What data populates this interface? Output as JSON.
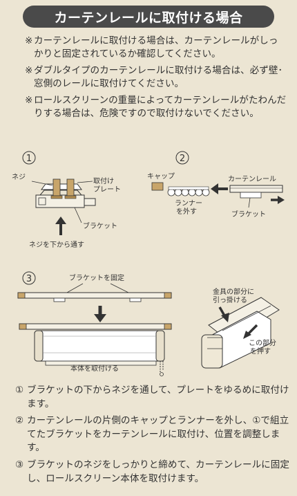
{
  "title": "カーテンレールに取付ける場合",
  "notes": [
    {
      "mark": "※",
      "text": "カーテンレールに取付ける場合は、カーテンレールがしっかりと固定されているか確認してください。"
    },
    {
      "mark": "※",
      "text": "ダブルタイプのカーテンレールに取付ける場合は、必ず壁･窓側のレールに取付けてください。"
    },
    {
      "mark": "※",
      "text": "ロールスクリーンの重量によってカーテンレールがたわんだりする場合は、危険ですので取付けないでください。"
    }
  ],
  "figure1": {
    "number": "1",
    "screw": "ネジ",
    "plate_line1": "取付け",
    "plate_line2": "プレート",
    "bracket": "ブラケット",
    "caption": "ネジを下から通す"
  },
  "figure2": {
    "number": "2",
    "cap": "キャップ",
    "runner_line1": "ランナー",
    "runner_line2": "を外す",
    "rail": "カーテンレール",
    "bracket": "ブラケット"
  },
  "figure3": {
    "number": "3",
    "fix_bracket": "ブラケットを固定",
    "attach_body": "本体を取付ける"
  },
  "figure4": {
    "hook_line1": "金具の部分に",
    "hook_line2": "引っ掛ける",
    "push_line1": "この部分",
    "push_line2": "を押す"
  },
  "steps": [
    {
      "mark": "①",
      "text": "ブラケットの下からネジを通して、プレートをゆるめに取付けます。"
    },
    {
      "mark": "②",
      "text": "カーテンレールの片側のキャップとランナーを外し、①で組立てたブラケットをカーテンレールに取付け、位置を調整します。"
    },
    {
      "mark": "③",
      "text": "ブラケットのネジをしっかりと締めて、カーテンレールに固定し、ロールスクリーン本体を取付けます。"
    }
  ]
}
